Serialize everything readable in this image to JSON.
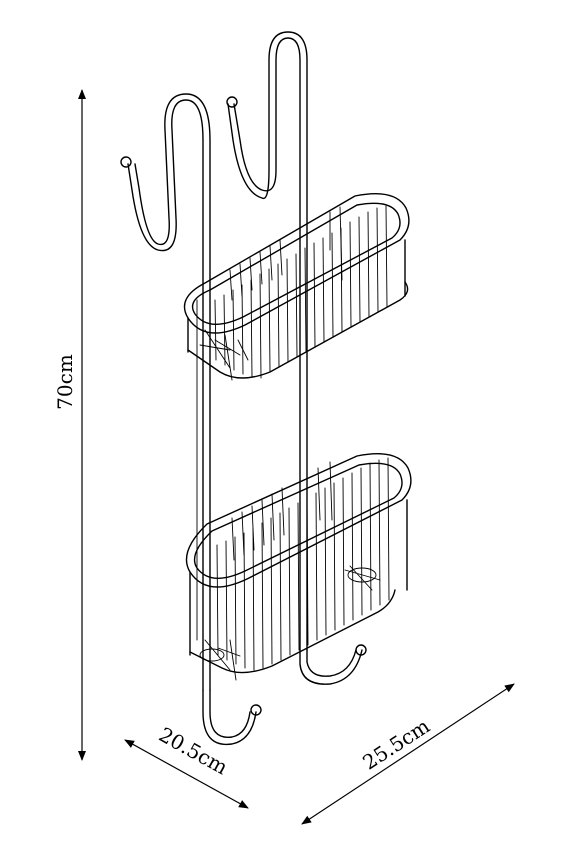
{
  "dimensions": {
    "height_label": "70cm",
    "depth_label": "20.5cm",
    "width_label": "25.5cm"
  }
}
